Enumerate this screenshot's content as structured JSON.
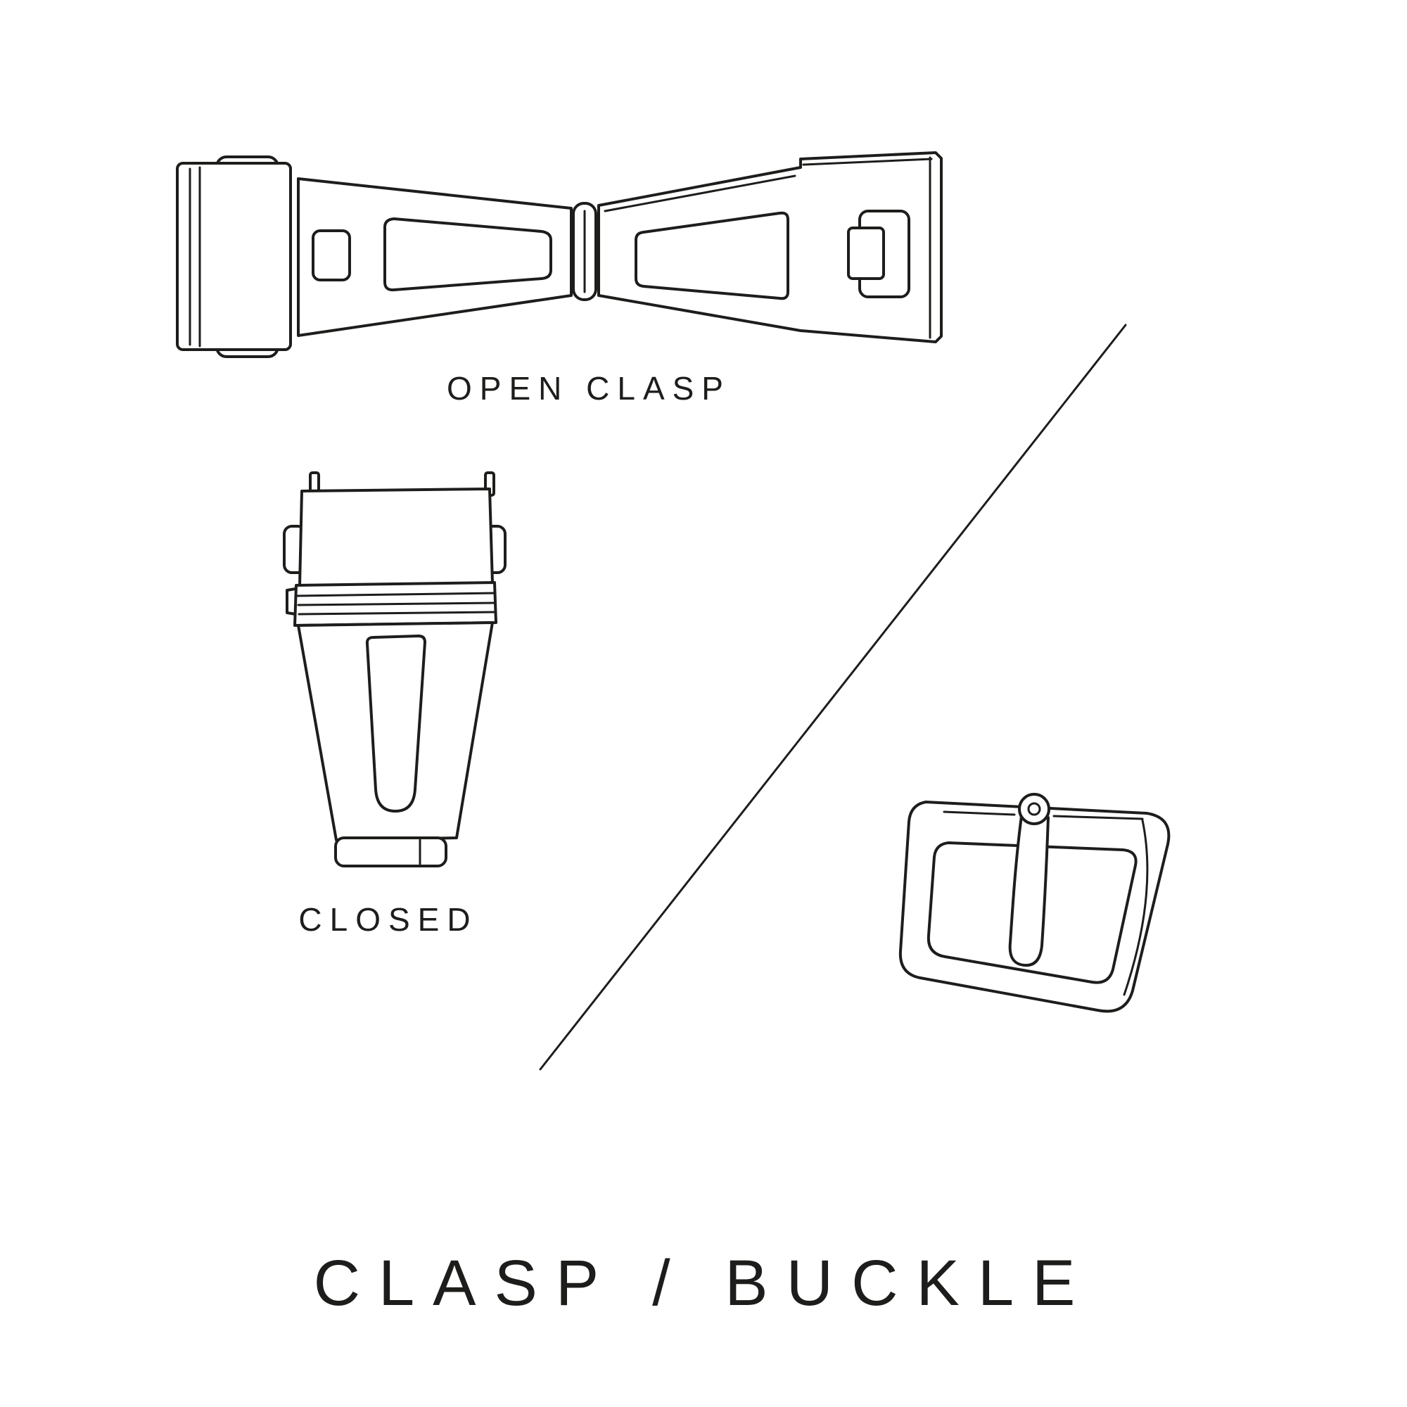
{
  "page": {
    "background_color": "#ffffff",
    "line_color": "#1d1d1b",
    "title": "CLASP / BUCKLE"
  },
  "figures": {
    "open_clasp": {
      "label": "OPEN CLASP",
      "illustration": "open-clasp-drawing"
    },
    "closed_clasp": {
      "label": "CLOSED",
      "illustration": "closed-clasp-drawing"
    },
    "buckle": {
      "illustration": "tang-buckle-drawing"
    },
    "divider": {
      "illustration": "diagonal-divider-line"
    }
  }
}
